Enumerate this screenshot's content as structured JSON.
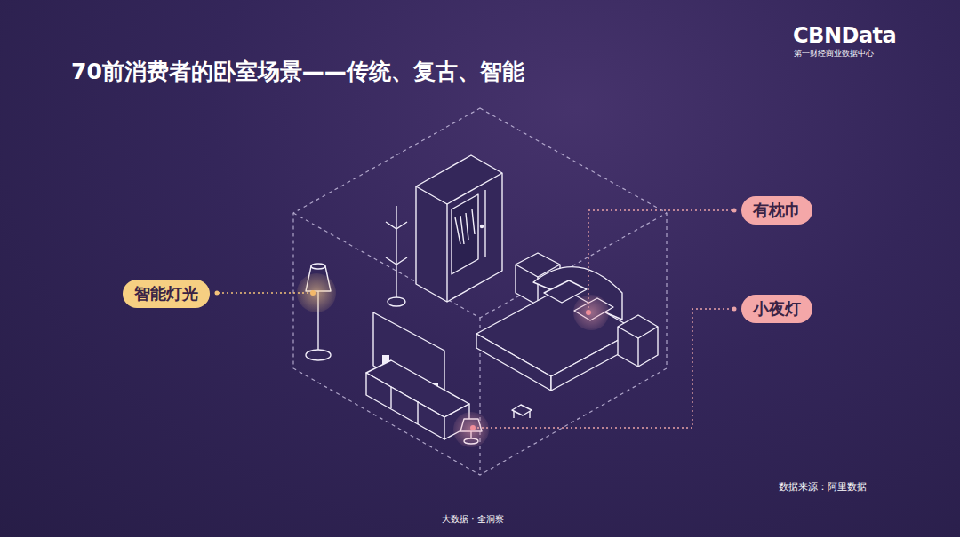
{
  "diagram": {
    "title": "70前消费者的卧室场景——传统、复古、智能",
    "nodes": [
      {
        "text": [
          "有枕巾"
        ]
      },
      {
        "text": [
          "智能灯光"
        ]
      },
      {
        "text": [
          "小夜灯"
        ]
      }
    ],
    "labels": [
      "CBNData",
      "第一财经商业数据中心",
      "数据来源：阿里数据",
      "大数据 · 全洞察"
    ]
  }
}
